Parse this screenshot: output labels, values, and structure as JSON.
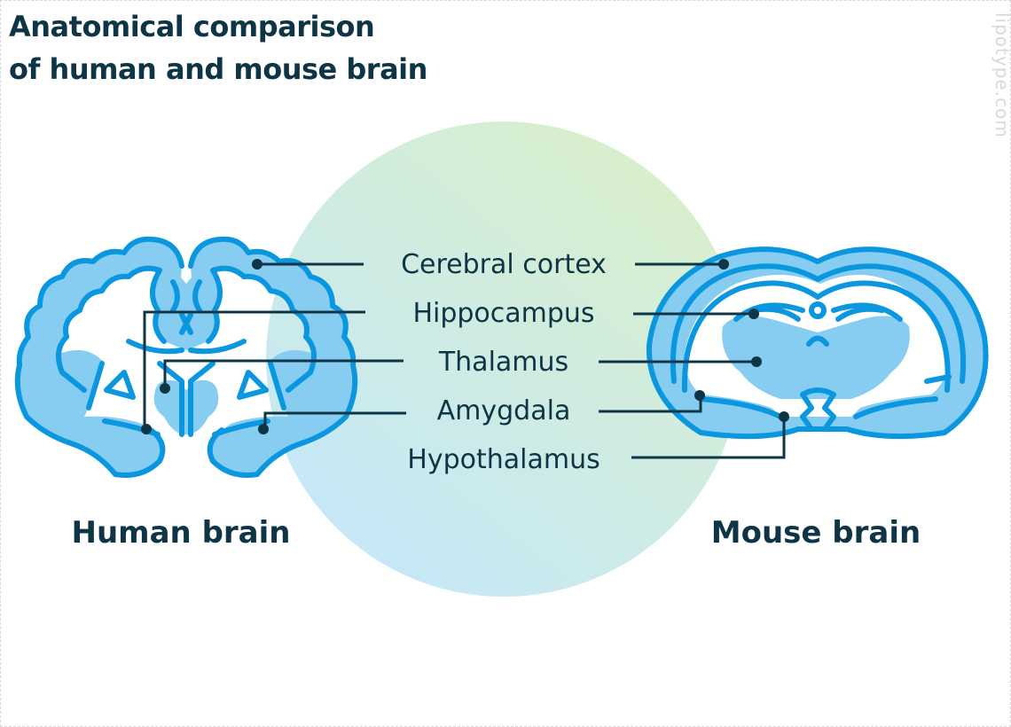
{
  "title": {
    "line1": "Anatomical comparison",
    "line2": "of human and mouse brain"
  },
  "watermark": "lipotype.com",
  "regions": [
    {
      "name": "Cerebral cortex"
    },
    {
      "name": "Hippocampus"
    },
    {
      "name": "Thalamus"
    },
    {
      "name": "Amygdala"
    },
    {
      "name": "Hypothalamus"
    }
  ],
  "captions": {
    "human": "Human brain",
    "mouse": "Mouse brain"
  },
  "colors": {
    "text": "#0e3546",
    "brain_fill": "#86cdf1",
    "brain_outline": "#0a97e0",
    "circle_green": "#d8efcf",
    "circle_blue": "#c9e9f6"
  }
}
